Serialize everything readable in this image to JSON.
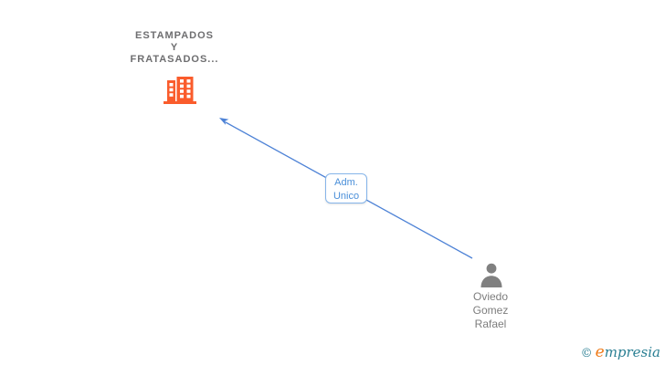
{
  "diagram": {
    "type": "corporate-relationship-graph",
    "nodes": [
      {
        "id": "company",
        "kind": "company",
        "icon": "building-icon",
        "label_lines": [
          "ESTAMPADOS",
          "Y",
          "FRATASADOS..."
        ]
      },
      {
        "id": "person",
        "kind": "person",
        "icon": "person-icon",
        "label_lines": [
          "Oviedo",
          "Gomez",
          "Rafael"
        ]
      }
    ],
    "edges": [
      {
        "from": "person",
        "to": "company",
        "directed": true,
        "label_lines": [
          "Adm.",
          "Unico"
        ]
      }
    ]
  },
  "watermark": {
    "copyright": "©",
    "brand_initial": "e",
    "brand_rest": "mpresia"
  },
  "colors": {
    "company_icon": "#FA5C2C",
    "company_text": "#6E6E70",
    "person_icon": "#808080",
    "person_text": "#7D7D7D",
    "edge": "#4D82D6",
    "edge_label_text": "#4A8FD9",
    "edge_label_border": "#86B5EA",
    "brand_teal": "#2A7F93",
    "brand_orange": "#EF7B1A"
  }
}
